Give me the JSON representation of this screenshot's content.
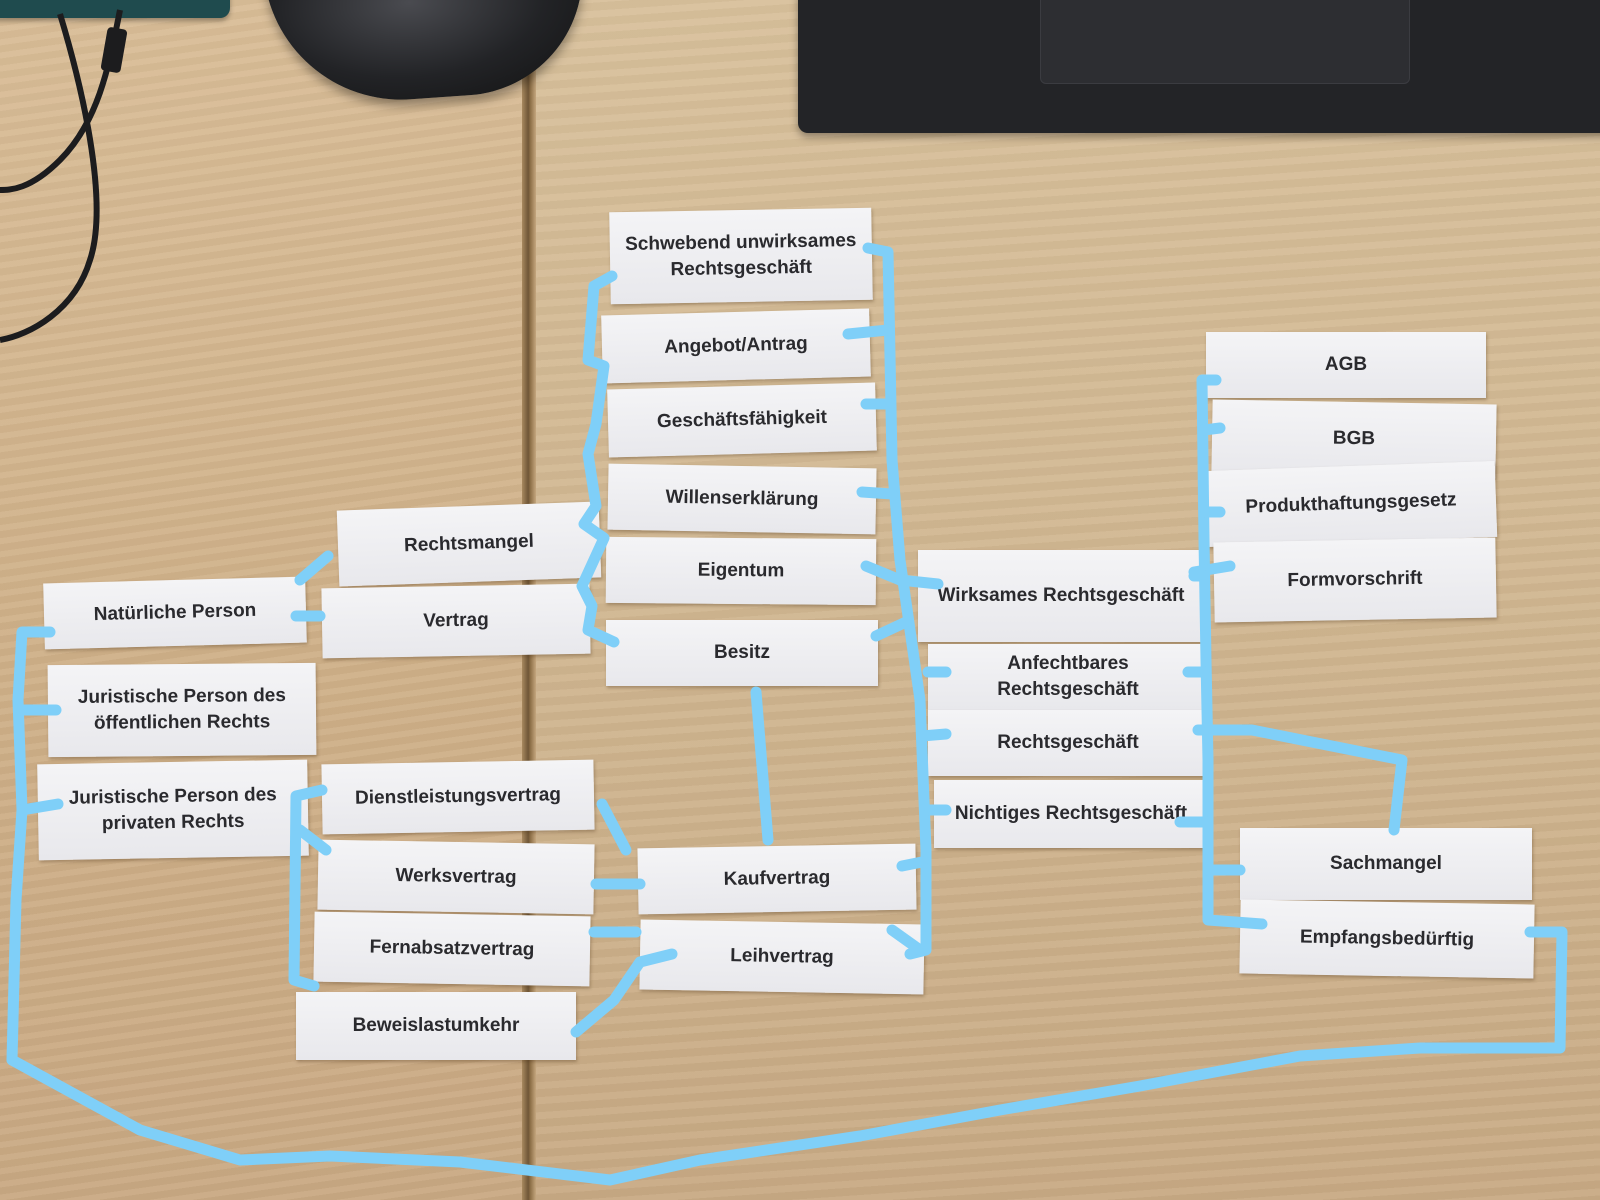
{
  "cards": {
    "schwebend_line1": "Schwebend unwirksames",
    "schwebend_line2": "Rechtsgeschäft",
    "angebot": "Angebot/Antrag",
    "geschaeftsfaehigkeit": "Geschäftsfähigkeit",
    "willenserklaerung": "Willenserklärung",
    "eigentum": "Eigentum",
    "besitz": "Besitz",
    "rechtsmangel": "Rechtsmangel",
    "vertrag": "Vertrag",
    "natuerliche_person": "Natürliche Person",
    "jp_oeffentlich_line1": "Juristische Person des",
    "jp_oeffentlich_line2": "öffentlichen Rechts",
    "jp_privat_line1": "Juristische Person des",
    "jp_privat_line2": "privaten Rechts",
    "dienstleistungsvertrag": "Dienstleistungsvertrag",
    "werksvertrag": "Werksvertrag",
    "fernabsatzvertrag": "Fernabsatzvertrag",
    "beweislastumkehr": "Beweislastumkehr",
    "kaufvertrag": "Kaufvertrag",
    "leihvertrag": "Leihvertrag",
    "wirksames_rg": "Wirksames Rechtsgeschäft",
    "anfechtbares_rg": "Anfechtbares Rechtsgeschäft",
    "rechtsgeschaeft": "Rechtsgeschäft",
    "nichtiges_rg": "Nichtiges Rechtsgeschäft",
    "agb": "AGB",
    "bgb": "BGB",
    "produkthaftungsgesetz": "Produkthaftungsgesetz",
    "formvorschrift": "Formvorschrift",
    "sachmangel": "Sachmangel",
    "empfangsbeduerftig": "Empfangsbedürftig"
  },
  "colors": {
    "marker_stroke": "#7fcff8",
    "card_paper": "#eeeef1",
    "card_text": "#2a2a2e",
    "desk_wood": "#d2b58e",
    "laptop": "#232427"
  }
}
